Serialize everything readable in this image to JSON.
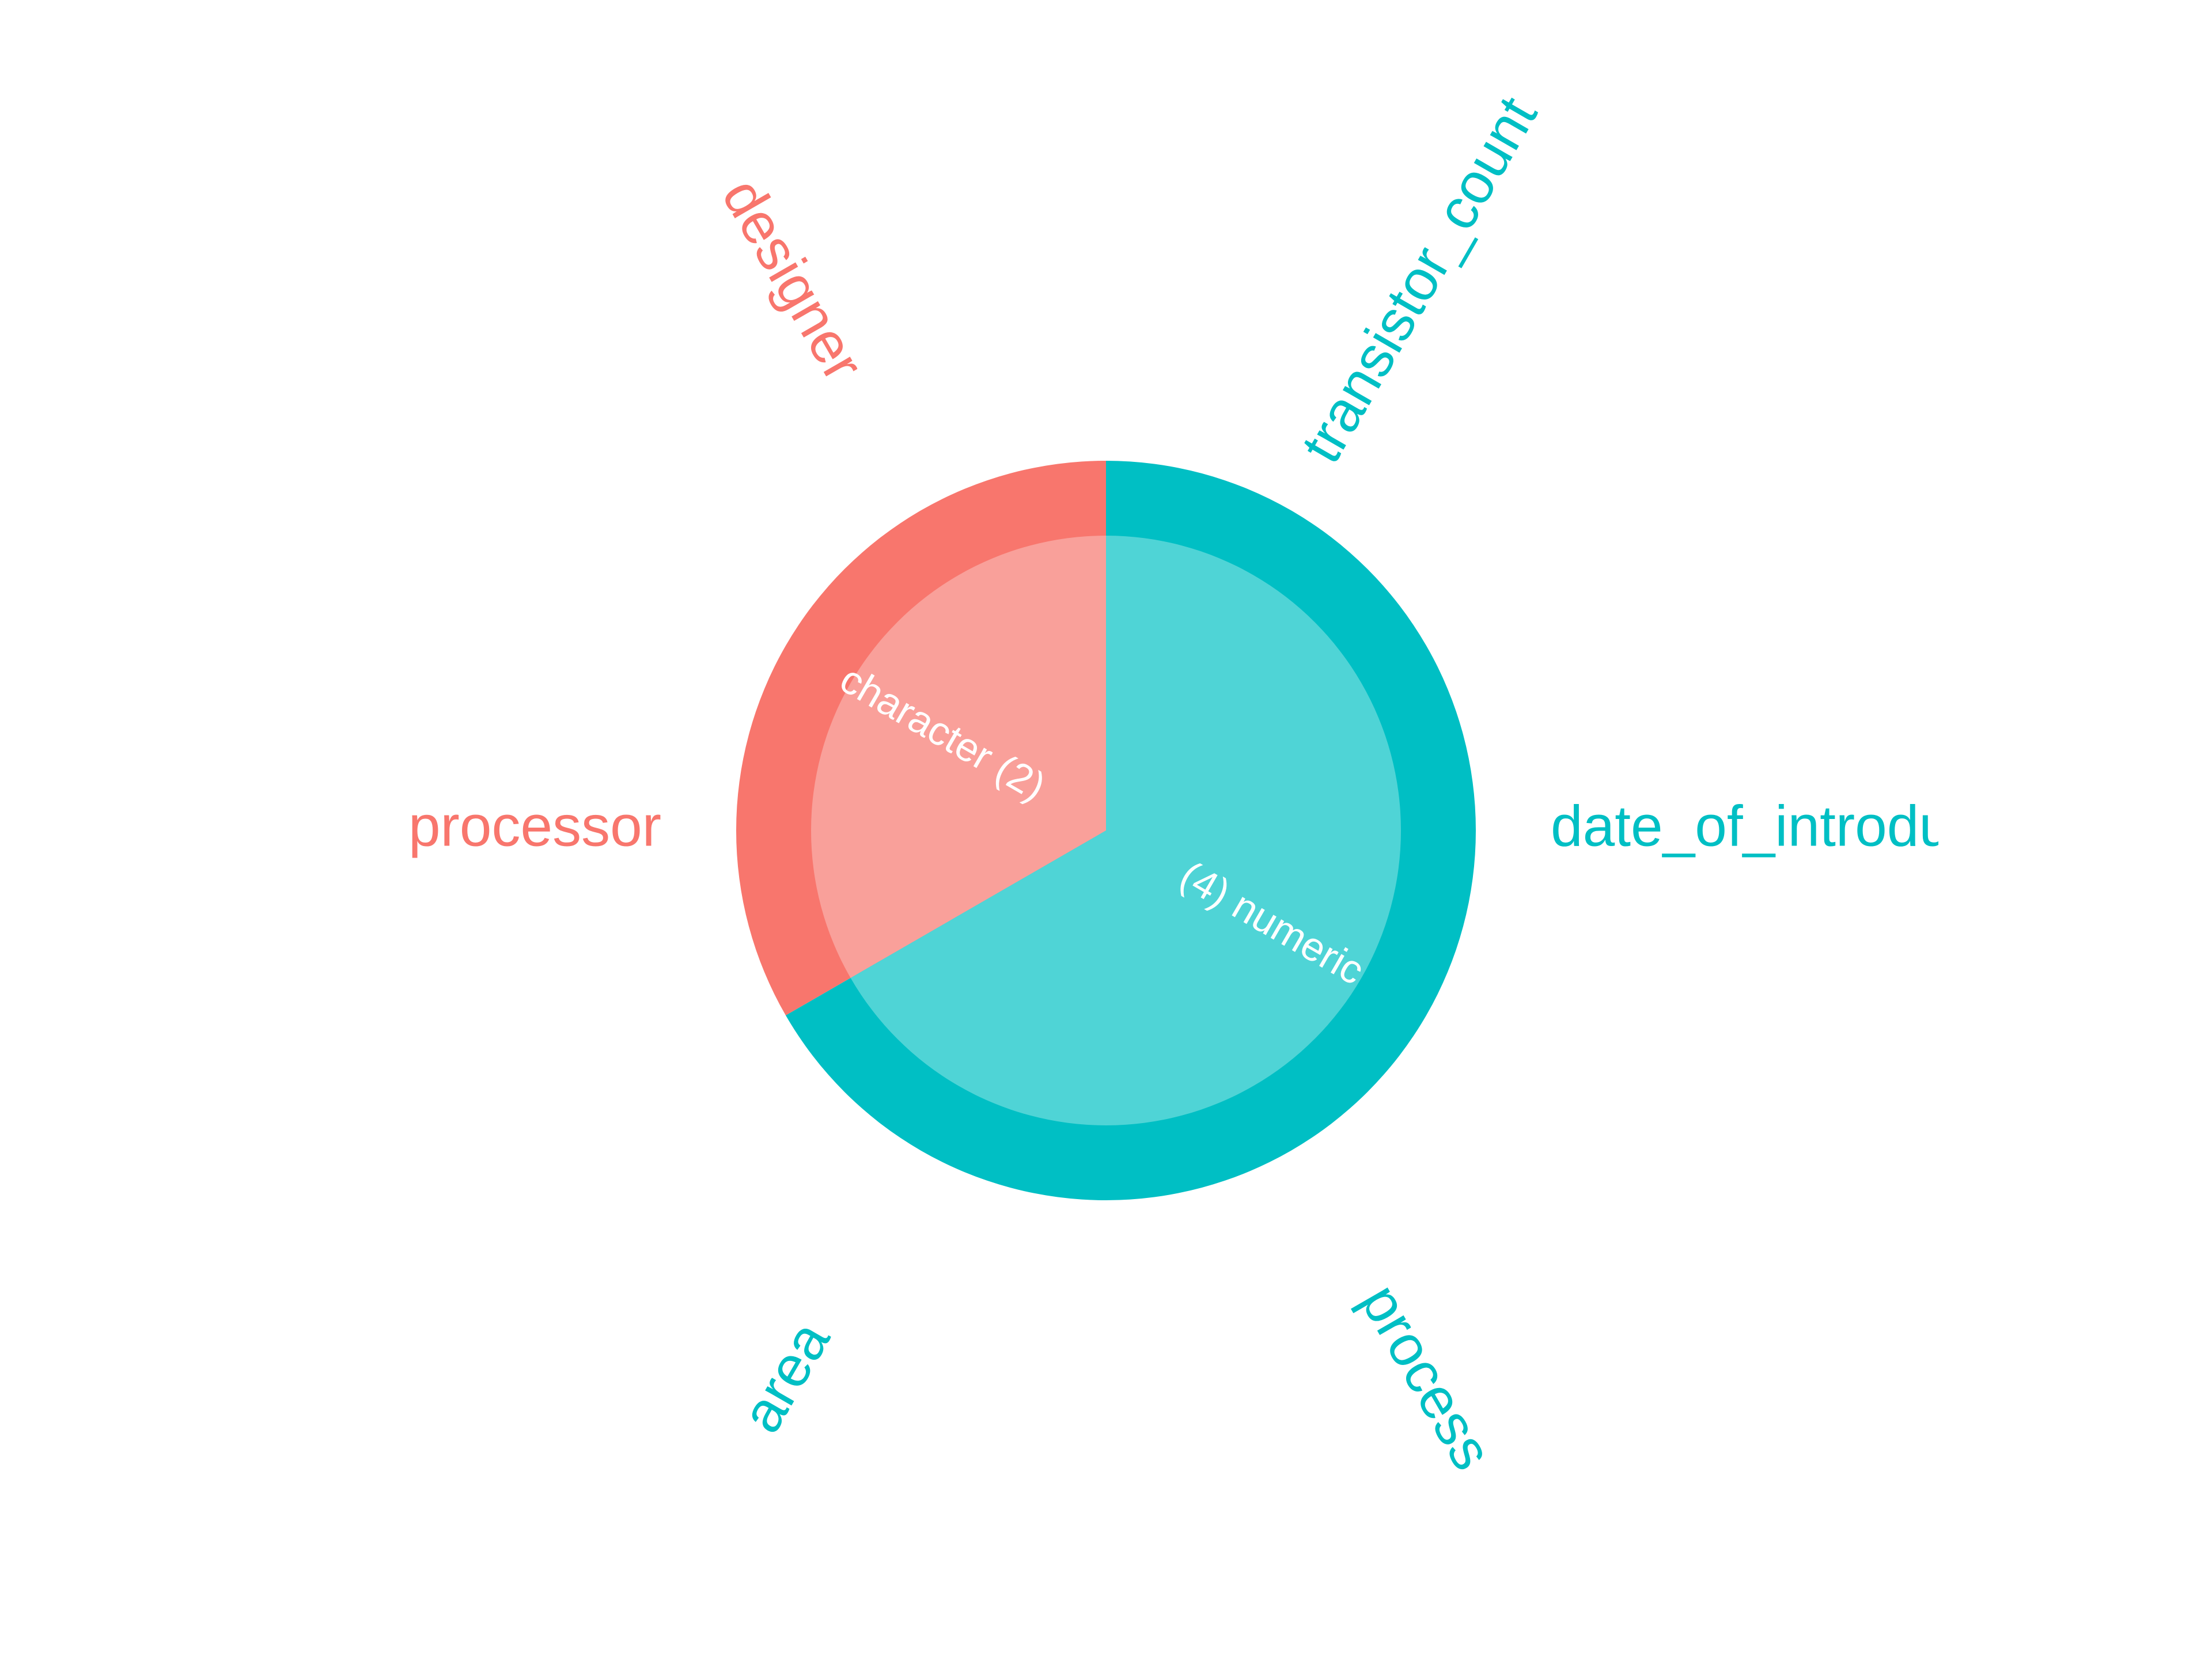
{
  "chart_data": {
    "type": "pie",
    "title": "",
    "groups": [
      {
        "label": "character (2)",
        "type": "character",
        "count": 2,
        "color": "#F8766D",
        "inner_color": "#F9A09A"
      },
      {
        "label": "(4) numeric",
        "type": "numeric",
        "count": 4,
        "color": "#00BFC4",
        "inner_color": "#4FD4D6"
      }
    ],
    "variables": [
      {
        "name": "designer",
        "group": "character"
      },
      {
        "name": "processor",
        "group": "character"
      },
      {
        "name": "transistor_count",
        "group": "numeric"
      },
      {
        "name": "date_of_introdu",
        "group": "numeric"
      },
      {
        "name": "process",
        "group": "numeric"
      },
      {
        "name": "area",
        "group": "numeric"
      }
    ]
  }
}
